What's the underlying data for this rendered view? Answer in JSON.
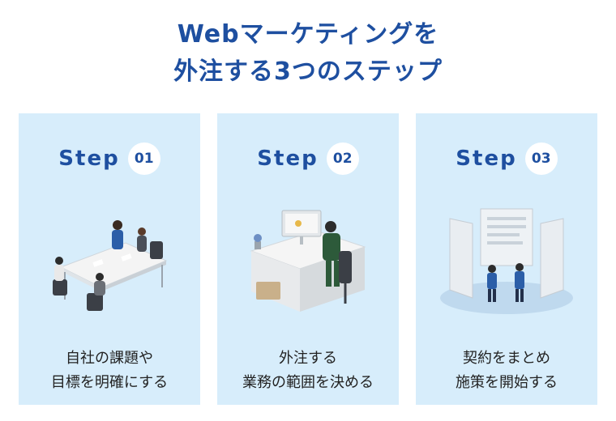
{
  "title": {
    "line1": "Webマーケティングを",
    "line2": "外注する3つのステップ"
  },
  "steps": [
    {
      "label": "Step",
      "number": "01",
      "line1": "自社の課題や",
      "line2": "目標を明確にする",
      "icon": "meeting-illustration"
    },
    {
      "label": "Step",
      "number": "02",
      "line1": "外注する",
      "line2": "業務の範囲を決める",
      "icon": "desk-work-illustration"
    },
    {
      "label": "Step",
      "number": "03",
      "line1": "契約をまとめ",
      "line2": "施策を開始する",
      "icon": "contract-presentation-illustration"
    }
  ],
  "colors": {
    "accent": "#1e4fa0",
    "card_bg": "#d7edfb",
    "text": "#222222"
  }
}
